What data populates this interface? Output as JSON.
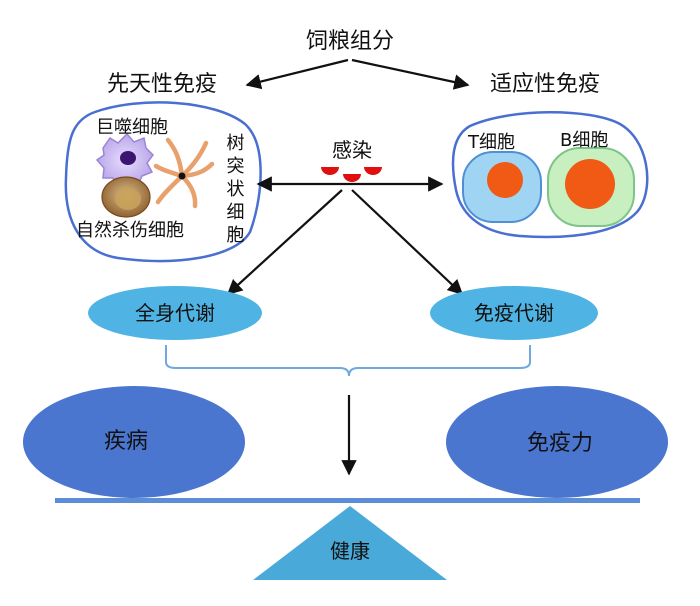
{
  "title": "饲粮组分",
  "innate": {
    "label": "先天性免疫",
    "cells": {
      "macrophage": "巨噬细胞",
      "dendritic": "树突状细胞",
      "nk": "自然杀伤细胞"
    }
  },
  "adaptive": {
    "label": "适应性免疫",
    "cells": {
      "t_cell": "T细胞",
      "b_cell": "B细胞"
    }
  },
  "infection": "感染",
  "metabolism": {
    "systemic": "全身代谢",
    "immune": "免疫代谢"
  },
  "balance": {
    "disease": "疾病",
    "immunity": "免疫力",
    "health": "健康"
  },
  "colors": {
    "ellipse_top": "#4fb3e3",
    "ellipse_big": "#4a76d0",
    "bar": "#5b8ed6",
    "triangle": "#49a9d8",
    "cell_border": "#4a6fd1",
    "macrophage": "#c7b8ec",
    "nk": "#b8894e",
    "t_outer": "#9fd4f2",
    "b_outer": "#c8efc0",
    "nucleus": "#f05a14",
    "infection": "#e01010"
  }
}
